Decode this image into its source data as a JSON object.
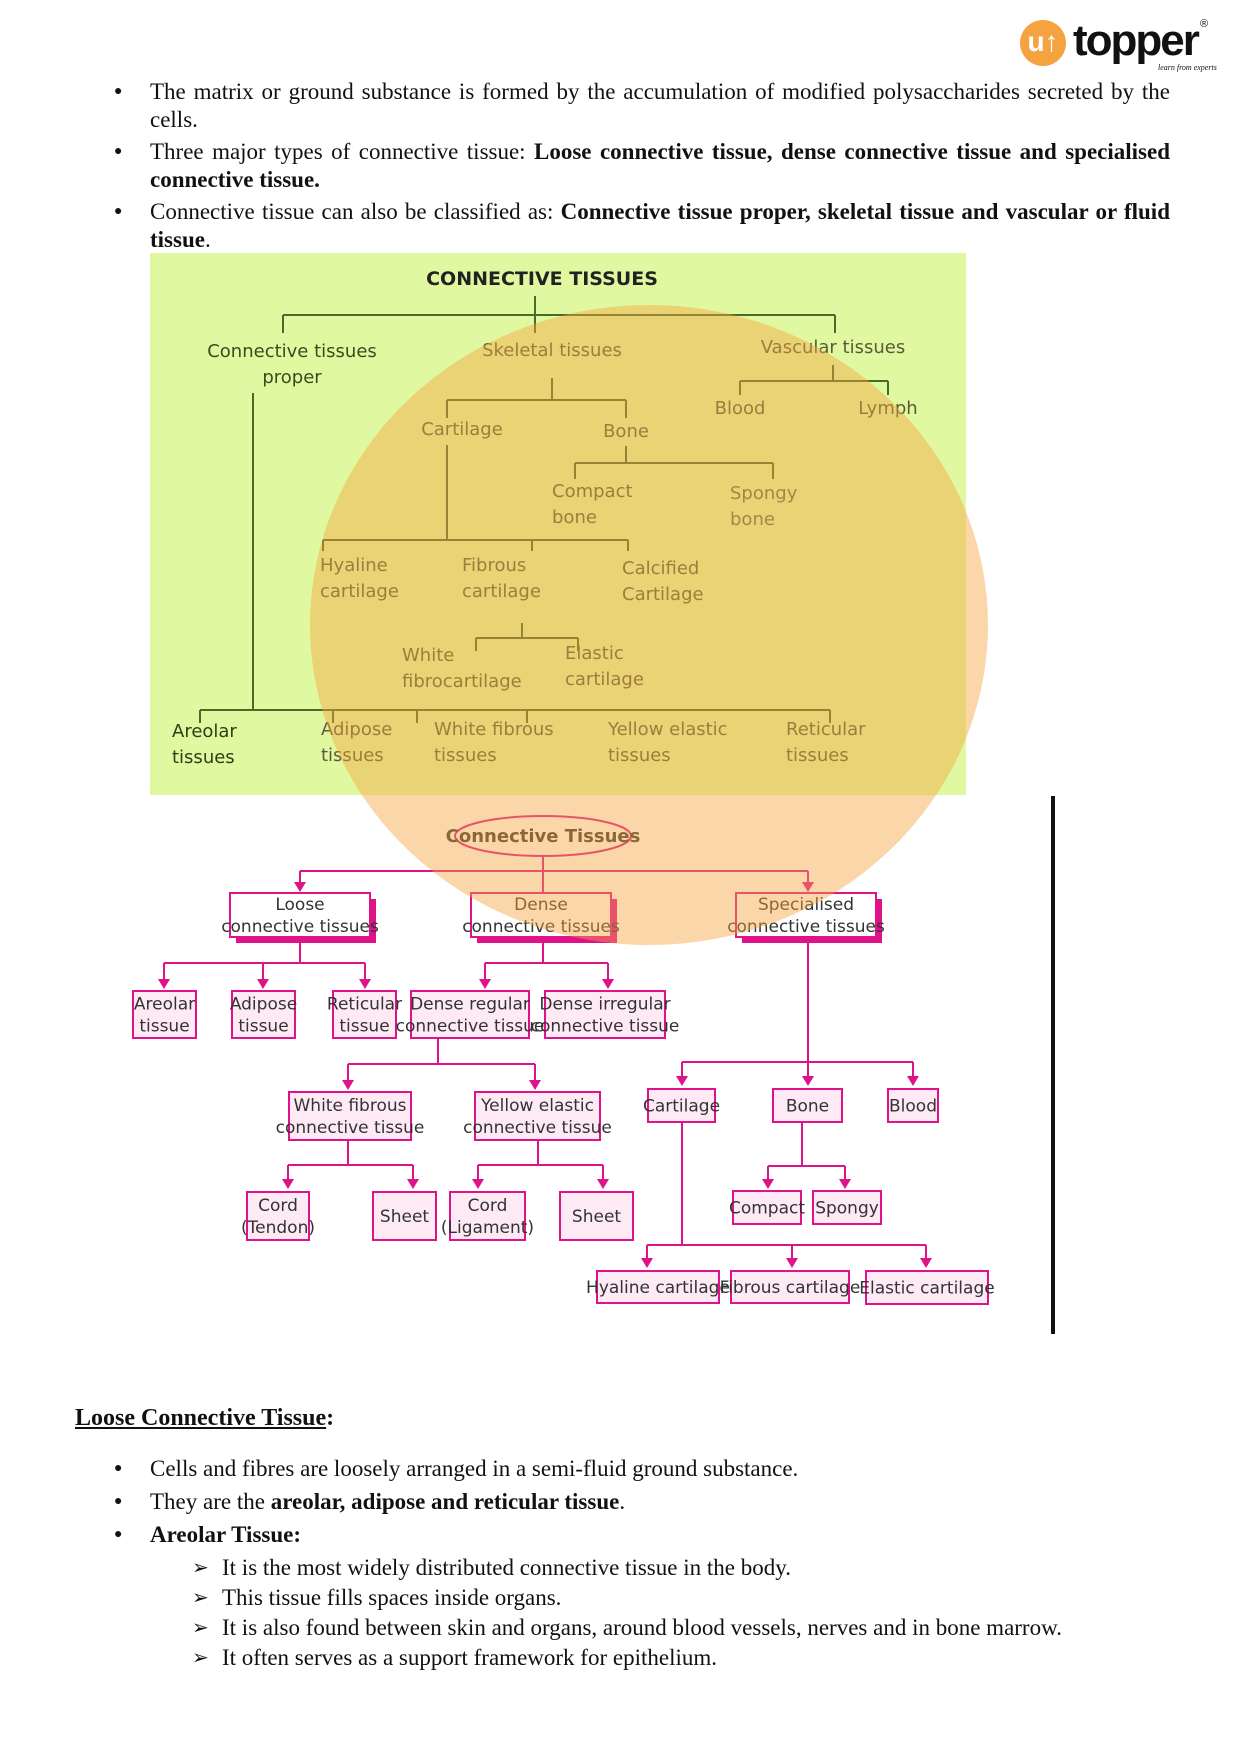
{
  "logo": {
    "mark": "u↑",
    "word": "topper",
    "registered": "®",
    "tagline": "learn from experts",
    "brand_color": "#f4a340"
  },
  "intro_bullets": [
    {
      "parts": [
        {
          "t": "The matrix or ground substance is formed by the accumulation of modified polysaccharides secreted by the cells.",
          "b": false
        }
      ]
    },
    {
      "parts": [
        {
          "t": "Three major types of connective tissue: ",
          "b": false
        },
        {
          "t": "Loose connective tissue, dense connective tissue and specialised connective tissue.",
          "b": true
        }
      ]
    },
    {
      "parts": [
        {
          "t": "Connective tissue can also be classified as: ",
          "b": false
        },
        {
          "t": "Connective tissue proper, skeletal tissue and vascular or fluid tissue",
          "b": true
        },
        {
          "t": ".",
          "b": false
        }
      ]
    }
  ],
  "diagram1": {
    "background": "#e0f9a0",
    "line_color": "#4a6a2a",
    "title": "CONNECTIVE TISSUES",
    "nodes": {
      "proper": [
        "Connective tissues",
        "proper"
      ],
      "skeletal": [
        "Skeletal tissues"
      ],
      "vascular": [
        "Vascular tissues"
      ],
      "blood": [
        "Blood"
      ],
      "lymph": [
        "Lymph"
      ],
      "cartilage": [
        "Cartilage"
      ],
      "bone": [
        "Bone"
      ],
      "compact": [
        "Compact",
        "bone"
      ],
      "spongy": [
        "Spongy",
        "bone"
      ],
      "hyaline": [
        "Hyaline",
        "cartilage"
      ],
      "fibrous": [
        "Fibrous",
        "cartilage"
      ],
      "calcified": [
        "Calcified",
        "Cartilage"
      ],
      "white_fibro": [
        "White",
        "fibrocartilage"
      ],
      "elastic": [
        "Elastic",
        "cartilage"
      ],
      "areolar": [
        "Areolar",
        "tissues"
      ],
      "adipose": [
        "Adipose",
        "tissues"
      ],
      "white_fibrous": [
        "White fibrous",
        "tissues"
      ],
      "yellow_elastic": [
        "Yellow elastic",
        "tissues"
      ],
      "reticular": [
        "Reticular",
        "tissues"
      ]
    }
  },
  "diagram2": {
    "accent": "#e0128a",
    "box_fill": "#fdeaf4",
    "root": "Connective Tissues",
    "nodes": {
      "loose": [
        "Loose",
        "connective tissues"
      ],
      "dense": [
        "Dense",
        "connective tissues"
      ],
      "specialised": [
        "Specialised",
        "connective tissues"
      ],
      "areolar": [
        "Areolar",
        "tissue"
      ],
      "adipose": [
        "Adipose",
        "tissue"
      ],
      "reticular": [
        "Reticular",
        "tissue"
      ],
      "dense_regular": [
        "Dense regular",
        "connective tissue"
      ],
      "dense_irregular": [
        "Dense irregular",
        "connective tissue"
      ],
      "white_fibrous": [
        "White fibrous",
        "connective tissue"
      ],
      "yellow_elastic": [
        "Yellow elastic",
        "connective tissue"
      ],
      "cord_tendon": [
        "Cord",
        "(Tendon)"
      ],
      "sheet1": [
        "Sheet"
      ],
      "cord_ligament": [
        "Cord",
        "(Ligament)"
      ],
      "sheet2": [
        "Sheet"
      ],
      "cartilage": [
        "Cartilage"
      ],
      "bone": [
        "Bone"
      ],
      "blood": [
        "Blood"
      ],
      "compact": [
        "Compact"
      ],
      "spongy": [
        "Spongy"
      ],
      "hyaline": [
        "Hyaline cartilage"
      ],
      "fibrous": [
        "Fibrous cartilage"
      ],
      "elastic": [
        "Elastic cartilage"
      ]
    }
  },
  "section": {
    "title": "Loose Connective Tissue",
    "title_suffix": ":",
    "bullets": [
      {
        "parts": [
          {
            "t": "Cells and fibres are loosely arranged in a semi-fluid ground substance.",
            "b": false
          }
        ]
      },
      {
        "parts": [
          {
            "t": "They are the ",
            "b": false
          },
          {
            "t": "areolar, adipose and reticular tissue",
            "b": true
          },
          {
            "t": ".",
            "b": false
          }
        ]
      },
      {
        "parts": [
          {
            "t": "Areolar Tissue:",
            "b": true
          }
        ]
      }
    ],
    "sub_bullets": [
      "It is the most widely distributed connective tissue in the body.",
      "This tissue fills spaces inside organs.",
      "It is also found between skin and organs, around blood vessels, nerves and in bone marrow.",
      "It often serves as a support framework for epithelium."
    ],
    "bullet_glyph": "●",
    "arrow_glyph": "➢"
  }
}
